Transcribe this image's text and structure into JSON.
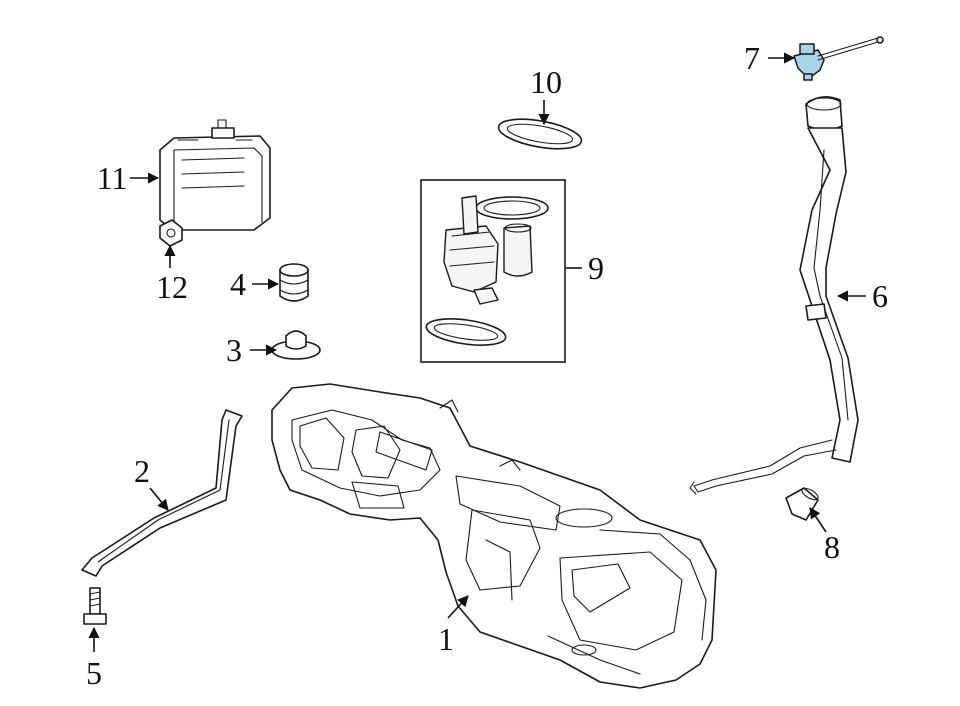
{
  "callouts": {
    "c1": "1",
    "c2": "2",
    "c3": "3",
    "c4": "4",
    "c5": "5",
    "c6": "6",
    "c7": "7",
    "c8": "8",
    "c9": "9",
    "c10": "10",
    "c11": "11",
    "c12": "12"
  },
  "highlight_color": "#a9d3e8",
  "line_color": "#1a1a1a"
}
